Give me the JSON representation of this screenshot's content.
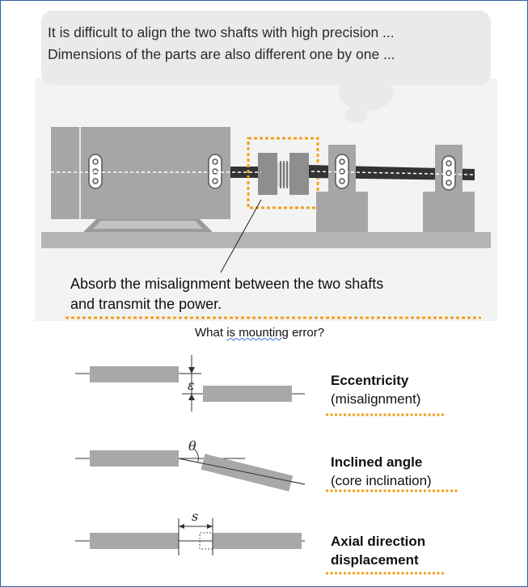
{
  "bubble": {
    "line1": "It is difficult to align the two shafts with high precision ...",
    "line2": "Dimensions of the parts are also different one by one ..."
  },
  "callout": {
    "line1": "Absorb the misalignment between the two shafts",
    "line2": "and transmit the power."
  },
  "question": {
    "prefix": "What ",
    "underlined": "is mounting",
    "suffix": " error?"
  },
  "errors": [
    {
      "title": "Eccentricity",
      "subtitle": "(misalignment)",
      "symbol": "ε"
    },
    {
      "title": "Inclined angle",
      "subtitle": "(core inclination)",
      "symbol": "θ"
    },
    {
      "title": "Axial direction",
      "subtitle": "displacement",
      "symbol": "s"
    }
  ],
  "colors": {
    "bubble_bg": "#ececec",
    "scene_bg": "#f2f2f2",
    "machine": "#a6a6a6",
    "shaft": "#333333",
    "highlight": "#f0a01e",
    "frame_border": "#2e5f9e"
  }
}
